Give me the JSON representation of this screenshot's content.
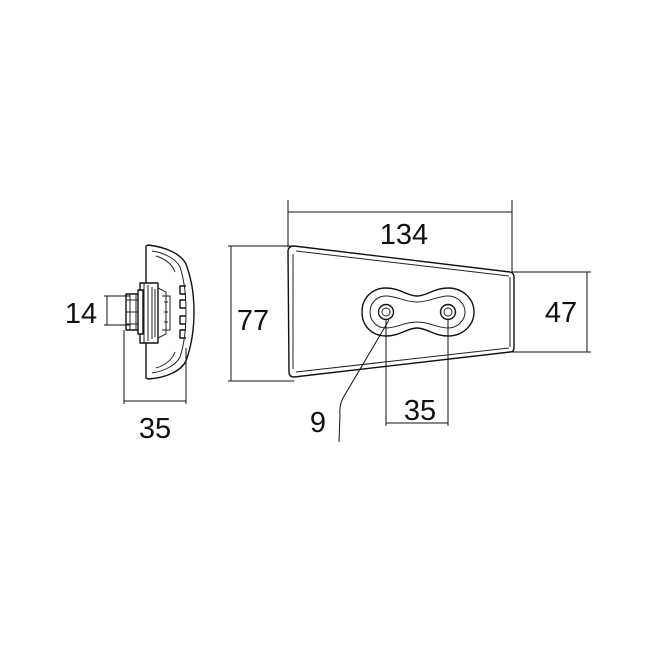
{
  "dimensions": {
    "side_nut": "14",
    "side_width": "35",
    "length": "134",
    "height_wide_end": "77",
    "height_narrow_end": "47",
    "hole_spacing": "35",
    "hole_diameter": "9"
  },
  "colors": {
    "line": "#111111",
    "background": "#ffffff"
  }
}
